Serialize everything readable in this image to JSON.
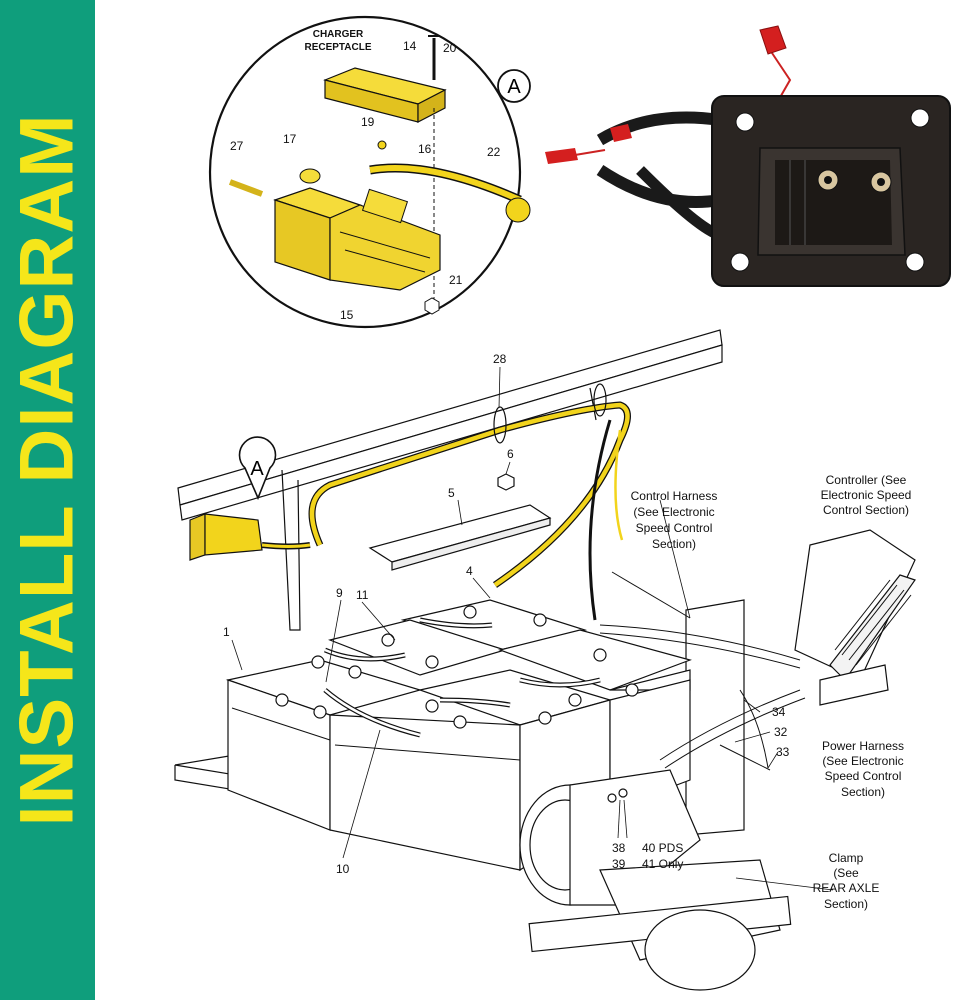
{
  "sidebar": {
    "title": "INSTALL DIAGRAM"
  },
  "detail_inset": {
    "marker": "A",
    "charger_receptacle_label": [
      "CHARGER",
      "RECEPTACLE"
    ],
    "part_numbers": [
      "14",
      "20",
      "19",
      "16",
      "17",
      "27",
      "22",
      "21",
      "15"
    ]
  },
  "main": {
    "callout_marker": "A",
    "part_numbers": [
      "28",
      "6",
      "5",
      "4",
      "9",
      "11",
      "1",
      "10",
      "34",
      "32",
      "33",
      "38",
      "39"
    ],
    "control_harness": [
      "Control Harness",
      "(See Electronic",
      "Speed Control",
      "Section)"
    ],
    "controller": [
      "Controller (See",
      "Electronic Speed",
      "Control Section)"
    ],
    "power_harness": [
      "Power Harness",
      "(See Electronic",
      "Speed Control",
      "Section)"
    ],
    "pds_note": [
      "40 PDS",
      "41 Only"
    ],
    "clamp": [
      "Clamp",
      "(See",
      "REAR AXLE",
      "Section)"
    ]
  },
  "colors": {
    "sidebar": "#0f9e7c",
    "title": "#f5e61a",
    "highlight": "#f2d41c",
    "product": "#2a2522"
  }
}
